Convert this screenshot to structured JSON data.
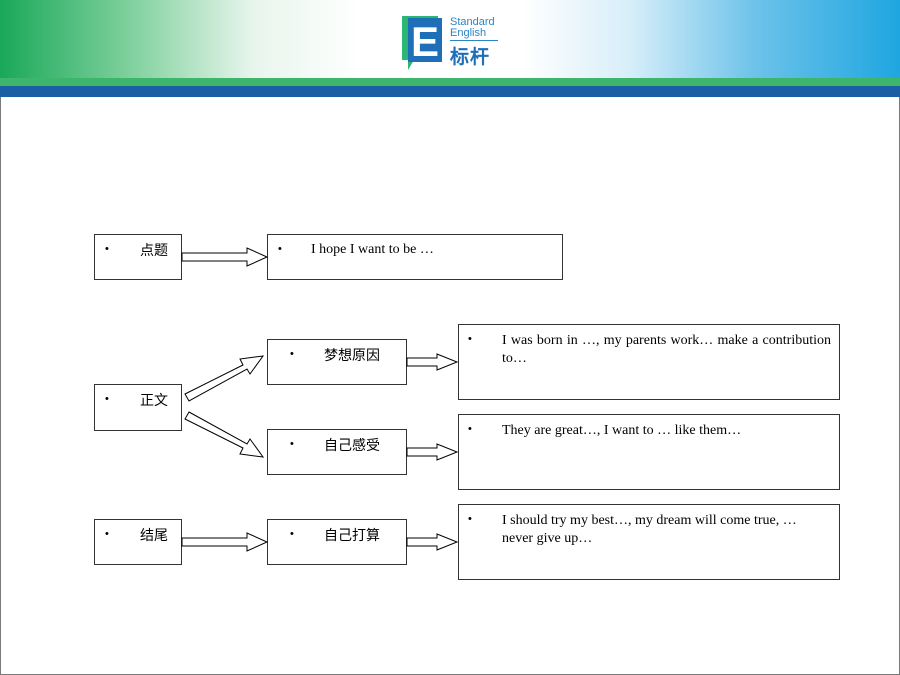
{
  "logo": {
    "text_line1": "Standard",
    "text_line2": "English",
    "text_cn": "标杆",
    "letter": "E"
  },
  "colors": {
    "header_green": "#3db56a",
    "header_blue": "#1b5ea4",
    "logo_blue": "#1f6fb8",
    "logo_green": "#2bb673"
  },
  "diagram": {
    "bullet": "•",
    "intro": {
      "label": "点题",
      "content": "I hope I want to be …"
    },
    "body": {
      "label": "正文",
      "branch1": {
        "label": "梦想原因",
        "content": "I was born in …, my parents work… make a contribution to…"
      },
      "branch2": {
        "label": "自己感受",
        "content": "They are great…, I want to … like them…"
      }
    },
    "ending": {
      "label": "结尾",
      "sub_label": "自己打算",
      "content": "I should try my best…, my dream will come true, … never give up…"
    }
  }
}
